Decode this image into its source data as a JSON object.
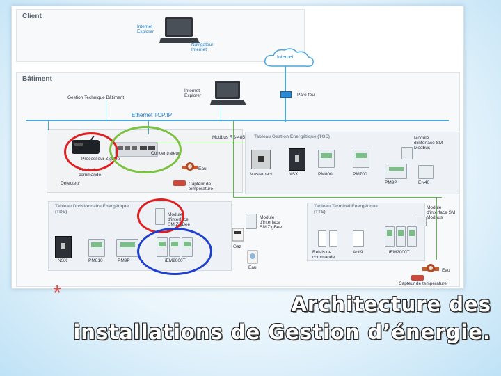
{
  "zones": {
    "client": "Client",
    "building": "Bâtiment"
  },
  "labels": {
    "internet_explorer_client": "Internet Explorer",
    "browser": "Navigateur Internet",
    "internet": "Internet",
    "internet_explorer_building": "Internet Explorer",
    "gtb": "Gestion Technique Bâtiment",
    "firewall": "Pare-feu",
    "ethernet": "Ethernet TCP/IP",
    "modbus_rs485": "Modbus RS-485",
    "processor": "Processeur ZigBee",
    "relay": "Relais de commande",
    "sensor": "Détecteur",
    "concentrator": "Concentrateur",
    "water": "Eau",
    "temp_sensor": "Capteur de température",
    "tge": "Tableau Gestion Énergétique (TGE)",
    "modbus_interface": "Module d'interface SM Modbus",
    "tge_devices": [
      "Masterpact",
      "NSX",
      "PM800",
      "PM700"
    ],
    "tge_device_right": "PM9P",
    "tge_device_far": "EN40",
    "tdi": "Tableau Divisionnaire Énergétique (TDE)",
    "zigbee_interface": "Module d'interface SM ZigBee",
    "tdi_devices": [
      "NSX",
      "PM810",
      "PM9P"
    ],
    "iem": "iEM2000T",
    "center_zigbee": "Module d'interface SM ZigBee",
    "gas": "Gaz",
    "water_meter_center": "Eau",
    "tte": "Tableau Terminal Énergétique (TTE)",
    "tte_module": "Module d'interface SM Modbus",
    "tte_devices": [
      "Relais de commande",
      "Acti9",
      "iEM2000T"
    ],
    "water_bottom": "Eau",
    "temp_bottom": "Capteur de température"
  },
  "title": {
    "line1": "Architecture des",
    "line2": "installations de Gestion d’énergie."
  },
  "bullet": "*",
  "colors": {
    "highlight_red": "#e02020",
    "highlight_green": "#7cc242",
    "highlight_blue": "#1f3fcf",
    "line_blue": "#4aa7d8",
    "line_green": "#5fb84a"
  }
}
